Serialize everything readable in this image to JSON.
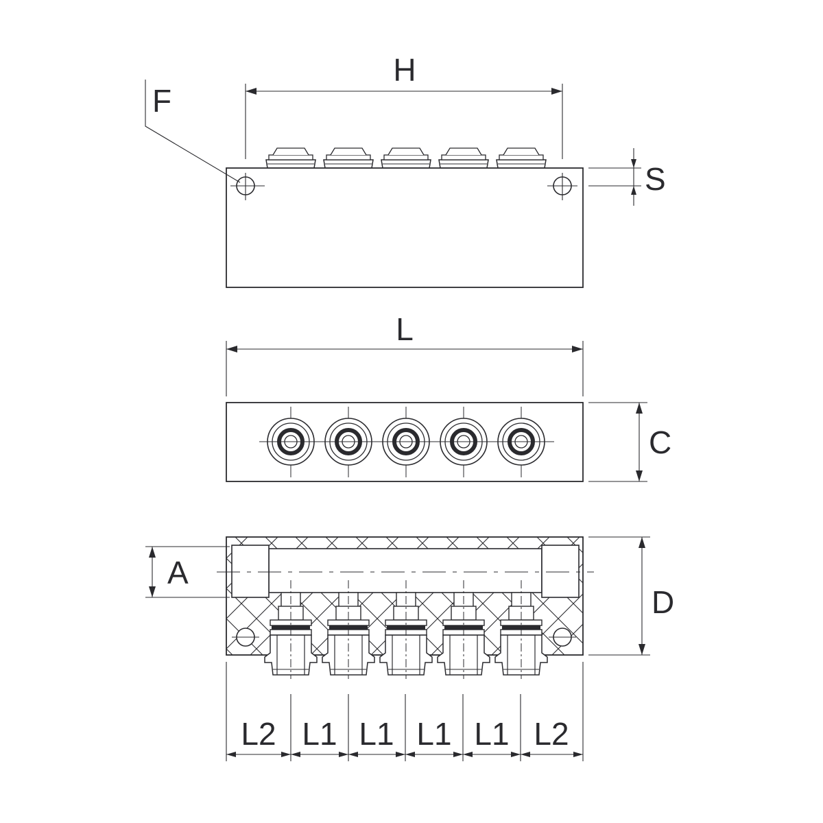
{
  "labels": {
    "H": "H",
    "F": "F",
    "S": "S",
    "L": "L",
    "C": "C",
    "A": "A",
    "D": "D",
    "L1": "L1",
    "L2": "L2"
  },
  "ports": {
    "count": 5
  }
}
